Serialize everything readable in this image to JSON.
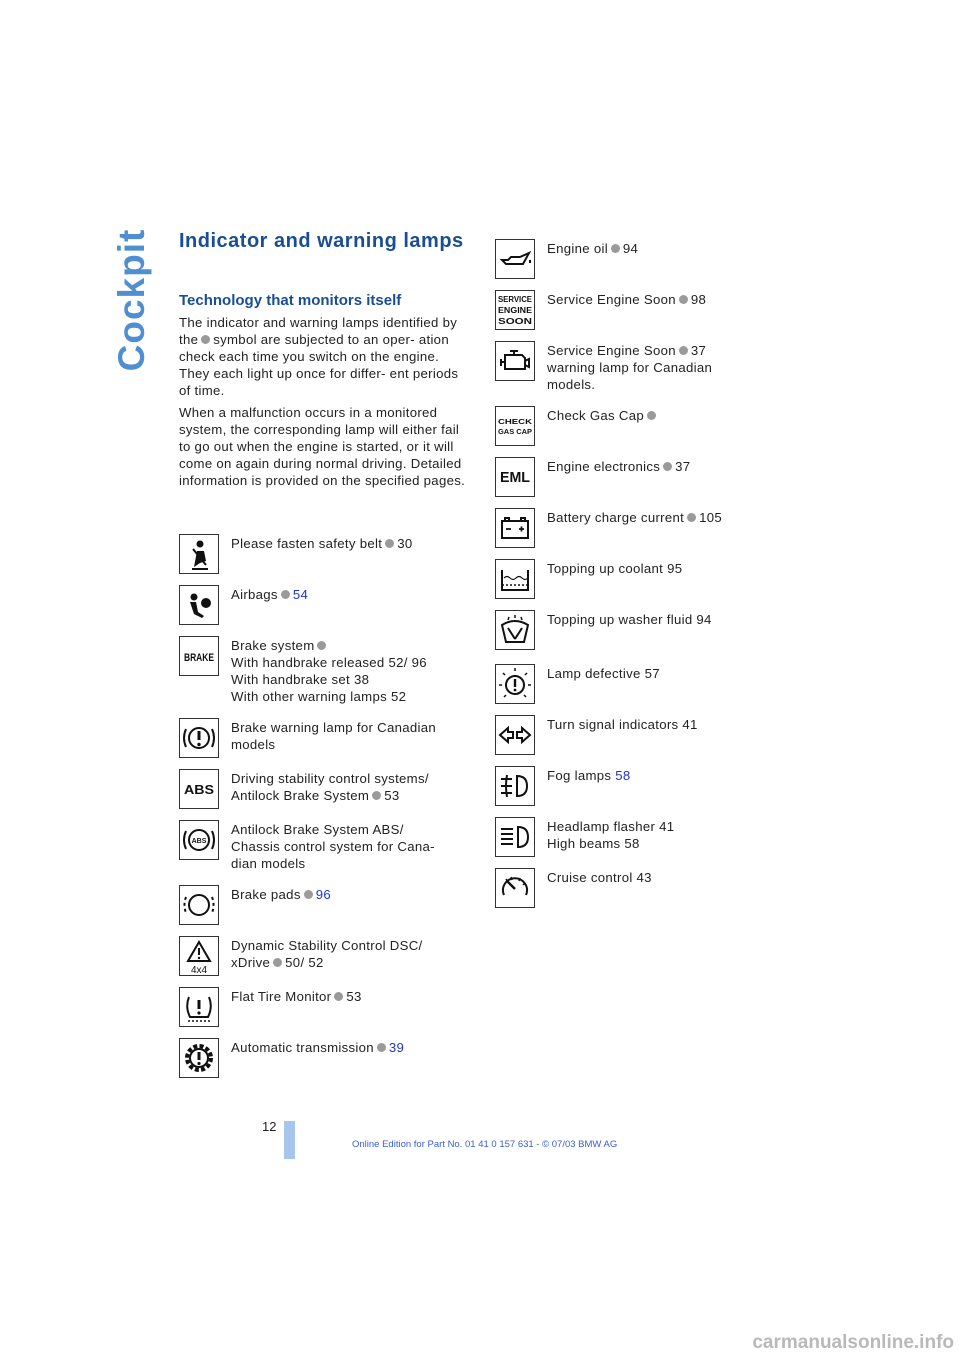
{
  "side_title": "Cockpit",
  "heading": "Indicator and warning lamps",
  "subheading": "Technology that monitors itself",
  "para1": "The indicator and warning lamps identified by the  symbol are subjected to an operation check each time you switch on the engine. They each light up once for different periods of time.",
  "para1_a": "The indicator and warning lamps identified by the",
  "para1_b": "symbol are subjected to an oper- ation check each time you switch on the engine. They each light up once for differ- ent periods of time.",
  "para2": "When a malfunction occurs in a monitored system, the corresponding lamp will either fail to go out when the engine is started, or it will come on again during normal driving. Detailed information is provided on the specified pages.",
  "left_entries": [
    {
      "icon": "seatbelt-icon",
      "lines": [
        {
          "text": "Please fasten safety belt",
          "dot": true,
          "num": "30"
        }
      ]
    },
    {
      "icon": "airbag-icon",
      "lines": [
        {
          "text": "Airbags",
          "dot": true,
          "num": "54",
          "link": true
        }
      ]
    },
    {
      "icon": "brake-text-icon",
      "icon_text": "BRAKE",
      "lines": [
        {
          "text": "Brake system",
          "dot": true
        },
        {
          "text": "With handbrake released 52/ 96"
        },
        {
          "text": "With handbrake set 38"
        },
        {
          "text": "With other warning lamps 52"
        }
      ]
    },
    {
      "icon": "brake-warning-icon",
      "lines": [
        {
          "text": "Brake warning lamp for Canadian"
        },
        {
          "text": "models"
        }
      ]
    },
    {
      "icon": "abs-text-icon",
      "icon_text": "ABS",
      "lines": [
        {
          "text": "Driving stability control systems/"
        },
        {
          "text": "Antilock Brake System",
          "dot": true,
          "num": "53"
        }
      ]
    },
    {
      "icon": "abs-circle-icon",
      "icon_text": "ABS",
      "lines": [
        {
          "text": "Antilock Brake System ABS/"
        },
        {
          "text": "Chassis control system for Cana-"
        },
        {
          "text": "dian models"
        }
      ]
    },
    {
      "icon": "brake-pads-icon",
      "lines": [
        {
          "text": "Brake pads",
          "dot": true,
          "num": "96",
          "link": true
        }
      ]
    },
    {
      "icon": "dsc-xdrive-icon",
      "icon_text": "4x4",
      "lines": [
        {
          "text": "Dynamic Stability Control DSC/"
        },
        {
          "text": "xDrive",
          "dot": true,
          "num": "50/ 52"
        }
      ]
    },
    {
      "icon": "flat-tire-icon",
      "lines": [
        {
          "text": "Flat Tire Monitor",
          "dot": true,
          "num": "53"
        }
      ]
    },
    {
      "icon": "transmission-gear-icon",
      "lines": [
        {
          "text": "Automatic transmission",
          "dot": true,
          "num": "39",
          "link": true
        }
      ]
    }
  ],
  "right_entries": [
    {
      "icon": "oil-can-icon",
      "lines": [
        {
          "text": "Engine oil",
          "dot": true,
          "num": "94"
        }
      ]
    },
    {
      "icon": "service-engine-soon-icon",
      "icon_lines": [
        "SERVICE",
        "ENGINE",
        "SOON"
      ],
      "lines": [
        {
          "text": "Service Engine Soon",
          "dot": true,
          "num": "98"
        }
      ]
    },
    {
      "icon": "engine-icon",
      "lines": [
        {
          "text": "Service Engine Soon",
          "dot": true,
          "num": "37"
        },
        {
          "text": "warning lamp for Canadian"
        },
        {
          "text": "models."
        }
      ]
    },
    {
      "icon": "check-gas-cap-icon",
      "icon_lines": [
        "CHECK",
        "GAS CAP"
      ],
      "lines": [
        {
          "text": "Check Gas Cap",
          "dot": true
        }
      ]
    },
    {
      "icon": "eml-text-icon",
      "icon_text": "EML",
      "lines": [
        {
          "text": "Engine electronics",
          "dot": true,
          "num": "37"
        }
      ]
    },
    {
      "icon": "battery-icon",
      "lines": [
        {
          "text": "Battery charge current",
          "dot": true,
          "num": "105"
        }
      ]
    },
    {
      "icon": "coolant-icon",
      "lines": [
        {
          "text": "Topping up coolant 95"
        }
      ]
    },
    {
      "icon": "washer-fluid-icon",
      "lines": [
        {
          "text": "Topping up washer fluid 94"
        }
      ]
    },
    {
      "icon": "lamp-defective-icon",
      "lines": [
        {
          "text": "Lamp defective 57"
        }
      ]
    },
    {
      "icon": "turn-signal-icon",
      "lines": [
        {
          "text": "Turn signal indicators 41"
        }
      ]
    },
    {
      "icon": "fog-lamp-icon",
      "lines": [
        {
          "text": "Fog lamps",
          "num": "58",
          "link": true
        }
      ]
    },
    {
      "icon": "high-beam-icon",
      "lines": [
        {
          "text": "Headlamp flasher 41"
        },
        {
          "text": "High beams 58"
        }
      ]
    },
    {
      "icon": "cruise-control-icon",
      "lines": [
        {
          "text": "Cruise control 43"
        }
      ]
    }
  ],
  "page_number": "12",
  "footer": "Online Edition for Part No. 01 41 0 157 631 - © 07/03 BMW AG",
  "watermark": "carmanualsonline.info",
  "colors": {
    "heading": "#1a4e94",
    "side_title": "#4f8fd1",
    "link": "#2233cc",
    "bar": "#a8c6ec"
  }
}
